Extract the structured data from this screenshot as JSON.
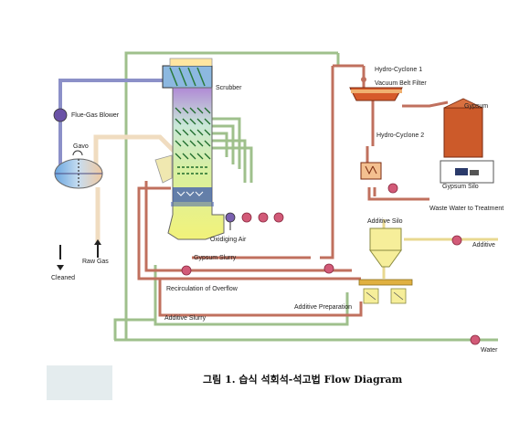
{
  "labels": {
    "scrubber": "Scrubber",
    "flue_gas_blower": "Flue-Gas Blower",
    "gavo": "Gavo",
    "raw_gas": "Raw Gas",
    "cleaned": "Cleaned",
    "oxidizing_air": "Oxidiging Air",
    "gypsum_slurry": "Gypsum Slurry",
    "recirculation": "Recirculation of Overflow",
    "additive_slurry": "Additive Slurry",
    "hydro_cyclone_1": "Hydro-Cyclone 1",
    "vacuum_belt_filter": "Vacuum Belt Filter",
    "hydro_cyclone_2": "Hydro-Cyclone 2",
    "gypsum": "Gypsum",
    "gypsum_silo": "Gypsum Silo",
    "waste_water": "Waste Water to Treatment",
    "additive_silo": "Additive Silo",
    "additive": "Additive",
    "additive_preparation": "Additive Preparation",
    "water": "Water"
  },
  "caption": "그림 1. 습식 석회석-석고법 Flow Diagram",
  "colors": {
    "gas_line": "#8c90c8",
    "slurry_line": "#c0705e",
    "water_line": "#9fc08c",
    "additive_line": "#e8d890",
    "gas_in_line": "#f0dcc0",
    "pump": "#d25a78",
    "blower": "#6a52a6",
    "gypsum_tank": "#cc5a2a",
    "additive_silo": "#f6ee9a"
  }
}
